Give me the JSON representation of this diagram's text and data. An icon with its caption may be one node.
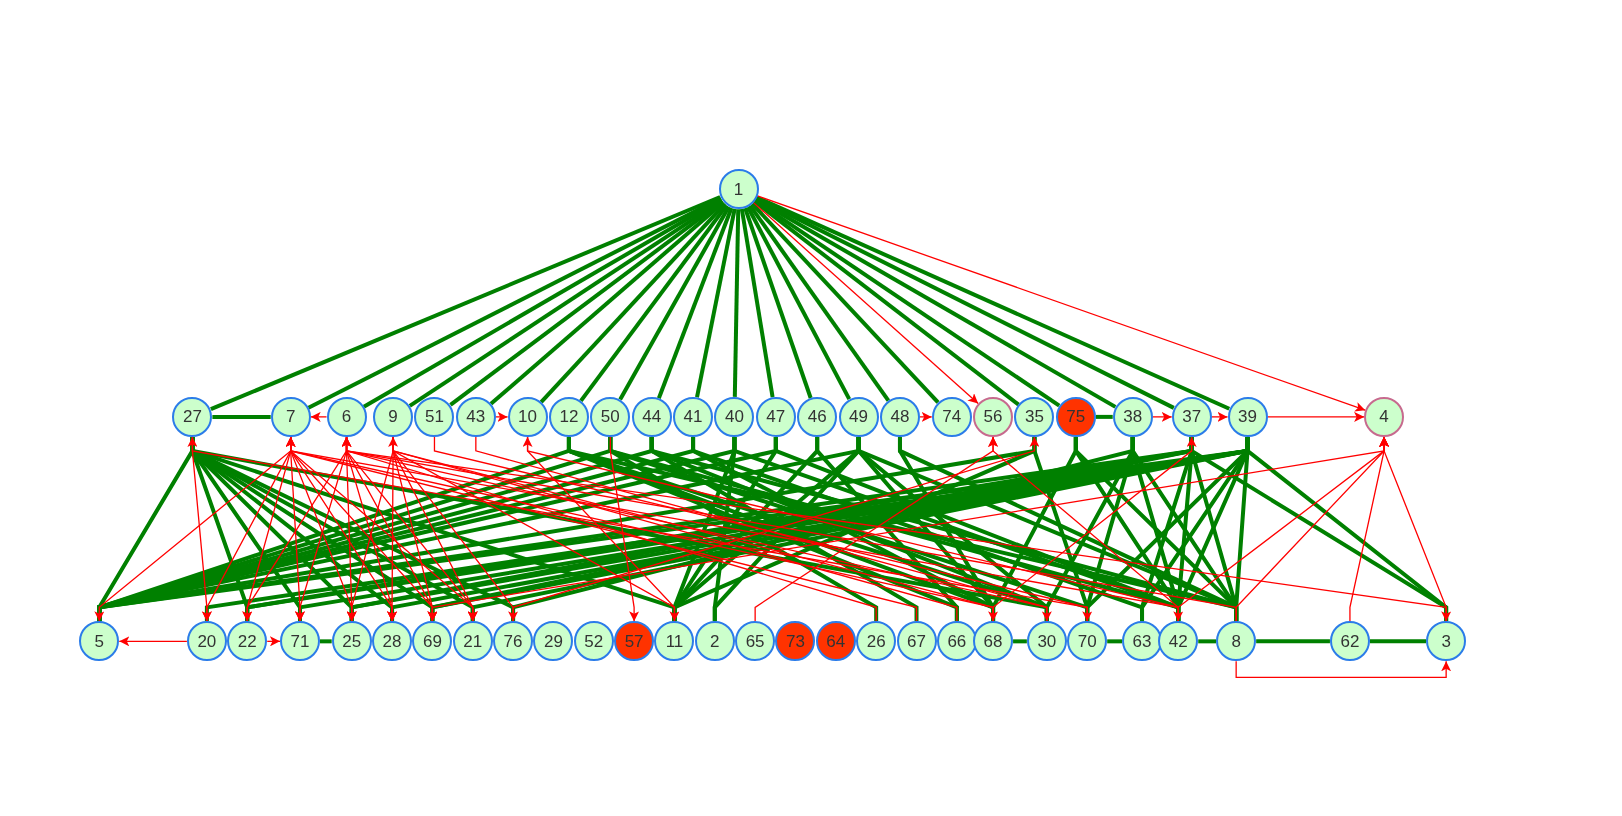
{
  "diagram": {
    "nodes": [
      {
        "text": [
          "1"
        ]
      },
      {
        "text": [
          "27"
        ]
      },
      {
        "text": [
          "7"
        ]
      },
      {
        "text": [
          "6"
        ]
      },
      {
        "text": [
          "9"
        ]
      },
      {
        "text": [
          "51"
        ]
      },
      {
        "text": [
          "43"
        ]
      },
      {
        "text": [
          "10"
        ]
      },
      {
        "text": [
          "12"
        ]
      },
      {
        "text": [
          "50"
        ]
      },
      {
        "text": [
          "44"
        ]
      },
      {
        "text": [
          "41"
        ]
      },
      {
        "text": [
          "40"
        ]
      },
      {
        "text": [
          "47"
        ]
      },
      {
        "text": [
          "46"
        ]
      },
      {
        "text": [
          "49"
        ]
      },
      {
        "text": [
          "48"
        ]
      },
      {
        "text": [
          "74"
        ]
      },
      {
        "text": [
          "56"
        ]
      },
      {
        "text": [
          "35"
        ]
      },
      {
        "text": [
          "75"
        ]
      },
      {
        "text": [
          "38"
        ]
      },
      {
        "text": [
          "37"
        ]
      },
      {
        "text": [
          "39"
        ]
      },
      {
        "text": [
          "4"
        ]
      },
      {
        "text": [
          "5"
        ]
      },
      {
        "text": [
          "20"
        ]
      },
      {
        "text": [
          "22"
        ]
      },
      {
        "text": [
          "71"
        ]
      },
      {
        "text": [
          "25"
        ]
      },
      {
        "text": [
          "28"
        ]
      },
      {
        "text": [
          "69"
        ]
      },
      {
        "text": [
          "21"
        ]
      },
      {
        "text": [
          "76"
        ]
      },
      {
        "text": [
          "29"
        ]
      },
      {
        "text": [
          "52"
        ]
      },
      {
        "text": [
          "57"
        ]
      },
      {
        "text": [
          "11"
        ]
      },
      {
        "text": [
          "2"
        ]
      },
      {
        "text": [
          "65"
        ]
      },
      {
        "text": [
          "73"
        ]
      },
      {
        "text": [
          "64"
        ]
      },
      {
        "text": [
          "26"
        ]
      },
      {
        "text": [
          "67"
        ]
      },
      {
        "text": [
          "66"
        ]
      },
      {
        "text": [
          "68"
        ]
      },
      {
        "text": [
          "30"
        ]
      },
      {
        "text": [
          "70"
        ]
      },
      {
        "text": [
          "63"
        ]
      },
      {
        "text": [
          "42"
        ]
      },
      {
        "text": [
          "8"
        ]
      },
      {
        "text": [
          "62"
        ]
      },
      {
        "text": [
          "3"
        ]
      }
    ],
    "edges": [
      {
        "from": 0,
        "to": 1,
        "arrow": "none"
      },
      {
        "from": 0,
        "to": 2,
        "arrow": "none"
      },
      {
        "from": 0,
        "to": 3,
        "arrow": "none"
      },
      {
        "from": 0,
        "to": 4,
        "arrow": "none"
      },
      {
        "from": 0,
        "to": 5,
        "arrow": "none"
      },
      {
        "from": 0,
        "to": 6,
        "arrow": "none"
      },
      {
        "from": 0,
        "to": 7,
        "arrow": "none"
      },
      {
        "from": 0,
        "to": 8,
        "arrow": "none"
      },
      {
        "from": 0,
        "to": 9,
        "arrow": "none"
      },
      {
        "from": 0,
        "to": 10,
        "arrow": "none"
      },
      {
        "from": 0,
        "to": 11,
        "arrow": "none"
      },
      {
        "from": 0,
        "to": 12,
        "arrow": "none"
      },
      {
        "from": 0,
        "to": 13,
        "arrow": "none"
      },
      {
        "from": 0,
        "to": 14,
        "arrow": "none"
      },
      {
        "from": 0,
        "to": 15,
        "arrow": "none"
      },
      {
        "from": 0,
        "to": 16,
        "arrow": "none"
      },
      {
        "from": 0,
        "to": 17,
        "arrow": "none"
      },
      {
        "from": 0,
        "to": 19,
        "arrow": "none"
      },
      {
        "from": 0,
        "to": 20,
        "arrow": "none"
      },
      {
        "from": 0,
        "to": 21,
        "arrow": "none"
      },
      {
        "from": 0,
        "to": 22,
        "arrow": "none"
      },
      {
        "from": 0,
        "to": 23,
        "arrow": "none"
      },
      {
        "from": 0,
        "to": 18,
        "arrow": "to",
        "color": "#ff0000"
      },
      {
        "from": 0,
        "to": 24,
        "arrow": "to",
        "color": "#ff0000"
      },
      {
        "from": 1,
        "to": 2,
        "arrow": "none"
      },
      {
        "from": 20,
        "to": 21,
        "arrow": "none"
      },
      {
        "from": 28,
        "to": 29,
        "arrow": "none"
      },
      {
        "from": 45,
        "to": 46,
        "arrow": "none"
      },
      {
        "from": 47,
        "to": 48,
        "arrow": "none"
      },
      {
        "from": 49,
        "to": 50,
        "arrow": "none"
      },
      {
        "from": 50,
        "to": 51,
        "arrow": "none"
      },
      {
        "from": 51,
        "to": 52,
        "arrow": "none"
      },
      {
        "from": 1,
        "to": 25,
        "arrow": "none"
      },
      {
        "from": 1,
        "to": 27,
        "arrow": "none"
      },
      {
        "from": 1,
        "to": 28,
        "arrow": "none"
      },
      {
        "from": 1,
        "to": 29,
        "arrow": "none"
      },
      {
        "from": 1,
        "to": 30,
        "arrow": "none"
      },
      {
        "from": 1,
        "to": 31,
        "arrow": "none"
      },
      {
        "from": 1,
        "to": 32,
        "arrow": "none"
      },
      {
        "from": 1,
        "to": 33,
        "arrow": "none"
      },
      {
        "from": 1,
        "to": 37,
        "arrow": "none"
      },
      {
        "from": 1,
        "to": 46,
        "arrow": "none"
      },
      {
        "from": 25,
        "to": 8,
        "arrow": "none"
      },
      {
        "from": 25,
        "to": 9,
        "arrow": "none"
      },
      {
        "from": 25,
        "to": 10,
        "arrow": "none"
      },
      {
        "from": 25,
        "to": 11,
        "arrow": "none"
      },
      {
        "from": 25,
        "to": 12,
        "arrow": "none"
      },
      {
        "from": 25,
        "to": 13,
        "arrow": "none"
      },
      {
        "from": 25,
        "to": 15,
        "arrow": "none"
      },
      {
        "from": 25,
        "to": 19,
        "arrow": "none"
      },
      {
        "from": 25,
        "to": 22,
        "arrow": "none"
      },
      {
        "from": 25,
        "to": 23,
        "arrow": "none"
      },
      {
        "from": 23,
        "to": 52,
        "arrow": "none"
      },
      {
        "from": 23,
        "to": 50,
        "arrow": "none"
      },
      {
        "from": 23,
        "to": 49,
        "arrow": "none"
      },
      {
        "from": 23,
        "to": 48,
        "arrow": "none"
      },
      {
        "from": 23,
        "to": 47,
        "arrow": "none"
      },
      {
        "from": 23,
        "to": 26,
        "arrow": "none"
      },
      {
        "from": 23,
        "to": 27,
        "arrow": "none"
      },
      {
        "from": 23,
        "to": 28,
        "arrow": "none"
      },
      {
        "from": 23,
        "to": 29,
        "arrow": "none"
      },
      {
        "from": 23,
        "to": 30,
        "arrow": "none"
      },
      {
        "from": 23,
        "to": 31,
        "arrow": "none"
      },
      {
        "from": 23,
        "to": 32,
        "arrow": "none"
      },
      {
        "from": 22,
        "to": 50,
        "arrow": "none"
      },
      {
        "from": 22,
        "to": 49,
        "arrow": "none"
      },
      {
        "from": 22,
        "to": 48,
        "arrow": "none"
      },
      {
        "from": 22,
        "to": 52,
        "arrow": "none"
      },
      {
        "from": 22,
        "to": 27,
        "arrow": "none"
      },
      {
        "from": 22,
        "to": 29,
        "arrow": "none"
      },
      {
        "from": 22,
        "to": 31,
        "arrow": "none"
      },
      {
        "from": 21,
        "to": 50,
        "arrow": "none"
      },
      {
        "from": 21,
        "to": 49,
        "arrow": "none"
      },
      {
        "from": 21,
        "to": 47,
        "arrow": "none"
      },
      {
        "from": 21,
        "to": 46,
        "arrow": "none"
      },
      {
        "from": 21,
        "to": 33,
        "arrow": "none"
      },
      {
        "from": 20,
        "to": 50,
        "arrow": "none"
      },
      {
        "from": 20,
        "to": 49,
        "arrow": "none"
      },
      {
        "from": 20,
        "to": 45,
        "arrow": "none"
      },
      {
        "from": 19,
        "to": 47,
        "arrow": "none"
      },
      {
        "from": 19,
        "to": 37,
        "arrow": "none"
      },
      {
        "from": 15,
        "to": 37,
        "arrow": "none"
      },
      {
        "from": 15,
        "to": 38,
        "arrow": "none"
      },
      {
        "from": 15,
        "to": 45,
        "arrow": "none"
      },
      {
        "from": 15,
        "to": 46,
        "arrow": "none"
      },
      {
        "from": 15,
        "to": 50,
        "arrow": "none"
      },
      {
        "from": 16,
        "to": 45,
        "arrow": "none"
      },
      {
        "from": 16,
        "to": 50,
        "arrow": "none"
      },
      {
        "from": 8,
        "to": 44,
        "arrow": "none"
      },
      {
        "from": 8,
        "to": 45,
        "arrow": "none"
      },
      {
        "from": 8,
        "to": 46,
        "arrow": "none"
      },
      {
        "from": 8,
        "to": 50,
        "arrow": "none"
      },
      {
        "from": 9,
        "to": 47,
        "arrow": "none"
      },
      {
        "from": 9,
        "to": 49,
        "arrow": "none"
      },
      {
        "from": 9,
        "to": 42,
        "arrow": "none"
      },
      {
        "from": 10,
        "to": 46,
        "arrow": "none"
      },
      {
        "from": 10,
        "to": 50,
        "arrow": "none"
      },
      {
        "from": 10,
        "to": 43,
        "arrow": "none"
      },
      {
        "from": 11,
        "to": 45,
        "arrow": "none"
      },
      {
        "from": 11,
        "to": 48,
        "arrow": "none"
      },
      {
        "from": 12,
        "to": 37,
        "arrow": "none"
      },
      {
        "from": 12,
        "to": 38,
        "arrow": "none"
      },
      {
        "from": 12,
        "to": 49,
        "arrow": "none"
      },
      {
        "from": 13,
        "to": 37,
        "arrow": "none"
      },
      {
        "from": 13,
        "to": 49,
        "arrow": "none"
      },
      {
        "from": 14,
        "to": 37,
        "arrow": "none"
      },
      {
        "from": 14,
        "to": 44,
        "arrow": "none"
      },
      {
        "from": 1,
        "to": 26,
        "arrow": "to",
        "color": "#ff0000"
      },
      {
        "from": 2,
        "to": 25,
        "arrow": "to",
        "color": "#ff0000"
      },
      {
        "from": 2,
        "to": 26,
        "arrow": "to",
        "color": "#ff0000"
      },
      {
        "from": 2,
        "to": 27,
        "arrow": "to",
        "color": "#ff0000"
      },
      {
        "from": 2,
        "to": 28,
        "arrow": "to",
        "color": "#ff0000"
      },
      {
        "from": 2,
        "to": 29,
        "arrow": "to",
        "color": "#ff0000"
      },
      {
        "from": 2,
        "to": 30,
        "arrow": "to",
        "color": "#ff0000"
      },
      {
        "from": 2,
        "to": 31,
        "arrow": "to",
        "color": "#ff0000"
      },
      {
        "from": 2,
        "to": 32,
        "arrow": "to",
        "color": "#ff0000"
      },
      {
        "from": 3,
        "to": 2,
        "arrow": "to",
        "color": "#ff0000"
      },
      {
        "from": 3,
        "to": 27,
        "arrow": "to",
        "color": "#ff0000"
      },
      {
        "from": 3,
        "to": 28,
        "arrow": "to",
        "color": "#ff0000"
      },
      {
        "from": 3,
        "to": 29,
        "arrow": "to",
        "color": "#ff0000"
      },
      {
        "from": 3,
        "to": 30,
        "arrow": "to",
        "color": "#ff0000"
      },
      {
        "from": 3,
        "to": 31,
        "arrow": "to",
        "color": "#ff0000"
      },
      {
        "from": 3,
        "to": 32,
        "arrow": "to",
        "color": "#ff0000"
      },
      {
        "from": 4,
        "to": 29,
        "arrow": "to",
        "color": "#ff0000"
      },
      {
        "from": 4,
        "to": 30,
        "arrow": "to",
        "color": "#ff0000"
      },
      {
        "from": 4,
        "to": 31,
        "arrow": "to",
        "color": "#ff0000"
      },
      {
        "from": 4,
        "to": 32,
        "arrow": "to",
        "color": "#ff0000"
      },
      {
        "from": 4,
        "to": 33,
        "arrow": "to",
        "color": "#ff0000"
      },
      {
        "from": 4,
        "to": 37,
        "arrow": "to",
        "color": "#ff0000"
      },
      {
        "from": 6,
        "to": 7,
        "arrow": "to",
        "color": "#ff0000"
      },
      {
        "from": 16,
        "to": 17,
        "arrow": "to",
        "color": "#ff0000"
      },
      {
        "from": 21,
        "to": 22,
        "arrow": "to",
        "color": "#ff0000"
      },
      {
        "from": 22,
        "to": 23,
        "arrow": "to",
        "color": "#ff0000"
      },
      {
        "from": 23,
        "to": 24,
        "arrow": "to",
        "color": "#ff0000"
      },
      {
        "from": 26,
        "to": 25,
        "arrow": "to",
        "color": "#ff0000"
      },
      {
        "from": 27,
        "to": 28,
        "arrow": "to",
        "color": "#ff0000"
      },
      {
        "from": 50,
        "to": 24,
        "arrow": "to",
        "color": "#ff0000"
      },
      {
        "from": 49,
        "to": 24,
        "arrow": "to",
        "color": "#ff0000"
      },
      {
        "from": 51,
        "to": 24,
        "arrow": "to",
        "color": "#ff0000"
      },
      {
        "from": 52,
        "to": 24,
        "arrow": "to",
        "color": "#ff0000"
      },
      {
        "from": 31,
        "to": 24,
        "arrow": "to",
        "color": "#ff0000"
      },
      {
        "from": 50,
        "to": 52,
        "arrow": "to",
        "color": "#ff0000"
      },
      {
        "from": 45,
        "to": 2,
        "arrow": "to",
        "color": "#ff0000"
      },
      {
        "from": 46,
        "to": 3,
        "arrow": "to",
        "color": "#ff0000"
      },
      {
        "from": 47,
        "to": 1,
        "arrow": "to",
        "color": "#ff0000"
      },
      {
        "from": 44,
        "to": 4,
        "arrow": "to",
        "color": "#ff0000"
      },
      {
        "from": 43,
        "to": 2,
        "arrow": "to",
        "color": "#ff0000"
      },
      {
        "from": 42,
        "to": 3,
        "arrow": "to",
        "color": "#ff0000"
      },
      {
        "from": 49,
        "to": 2,
        "arrow": "to",
        "color": "#ff0000"
      },
      {
        "from": 50,
        "to": 3,
        "arrow": "to",
        "color": "#ff0000"
      },
      {
        "from": 37,
        "to": 7,
        "arrow": "to",
        "color": "#ff0000"
      },
      {
        "from": 39,
        "to": 18,
        "arrow": "to",
        "color": "#ff0000"
      },
      {
        "from": 49,
        "to": 18,
        "arrow": "to",
        "color": "#ff0000"
      },
      {
        "from": 45,
        "to": 22,
        "arrow": "to",
        "color": "#ff0000"
      },
      {
        "from": 33,
        "to": 19,
        "arrow": "to",
        "color": "#ff0000"
      },
      {
        "from": 6,
        "to": 46,
        "arrow": "to",
        "color": "#ff0000"
      },
      {
        "from": 5,
        "to": 47,
        "arrow": "to",
        "color": "#ff0000"
      },
      {
        "from": 7,
        "to": 49,
        "arrow": "to",
        "color": "#ff0000"
      },
      {
        "from": 9,
        "to": 36,
        "arrow": "to",
        "color": "#ff0000"
      },
      {
        "from": 4,
        "to": 45,
        "arrow": "to",
        "color": "#ff0000"
      },
      {
        "from": 3,
        "to": 52,
        "arrow": "to",
        "color": "#ff0000"
      }
    ]
  }
}
